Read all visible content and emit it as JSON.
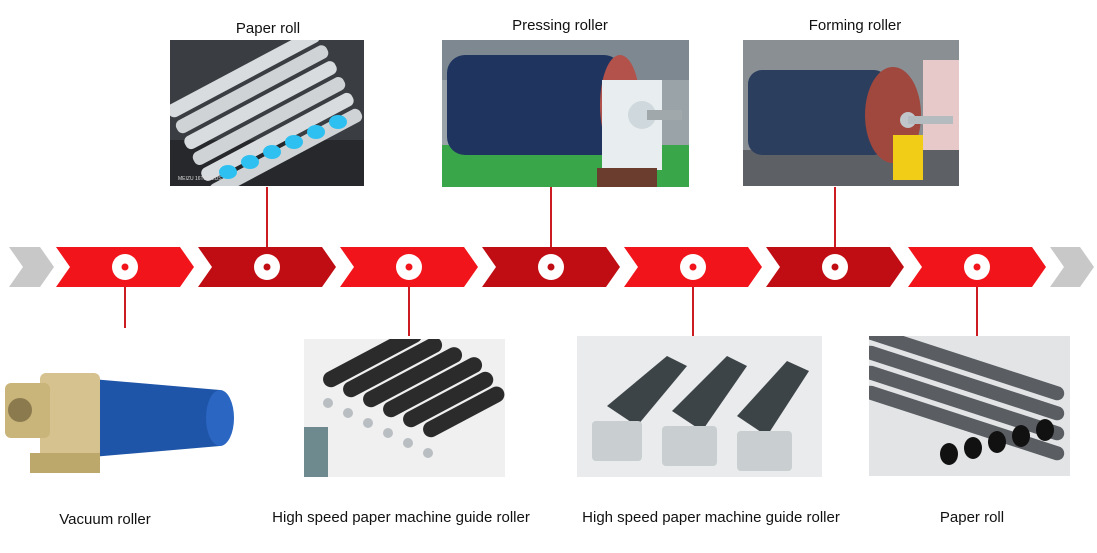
{
  "colors": {
    "red": "#f2141b",
    "dark_red": "#c00d14",
    "grey": "#c8c8c8",
    "connector": "#cc1b21"
  },
  "top_items": [
    {
      "label": "Paper roll",
      "photo_caption": "MEIZU 16TH PLUS"
    },
    {
      "label": "Pressing roller"
    },
    {
      "label": "Forming roller"
    }
  ],
  "bottom_items": [
    {
      "label": "Vacuum roller"
    },
    {
      "label": "High speed paper machine guide roller"
    },
    {
      "label": "High speed paper machine guide roller"
    },
    {
      "label": "Paper roll"
    }
  ],
  "timeline": {
    "segments": [
      "red",
      "dark_red",
      "red",
      "dark_red",
      "red",
      "dark_red",
      "red"
    ],
    "node_icon": "circle-dot-icon"
  }
}
